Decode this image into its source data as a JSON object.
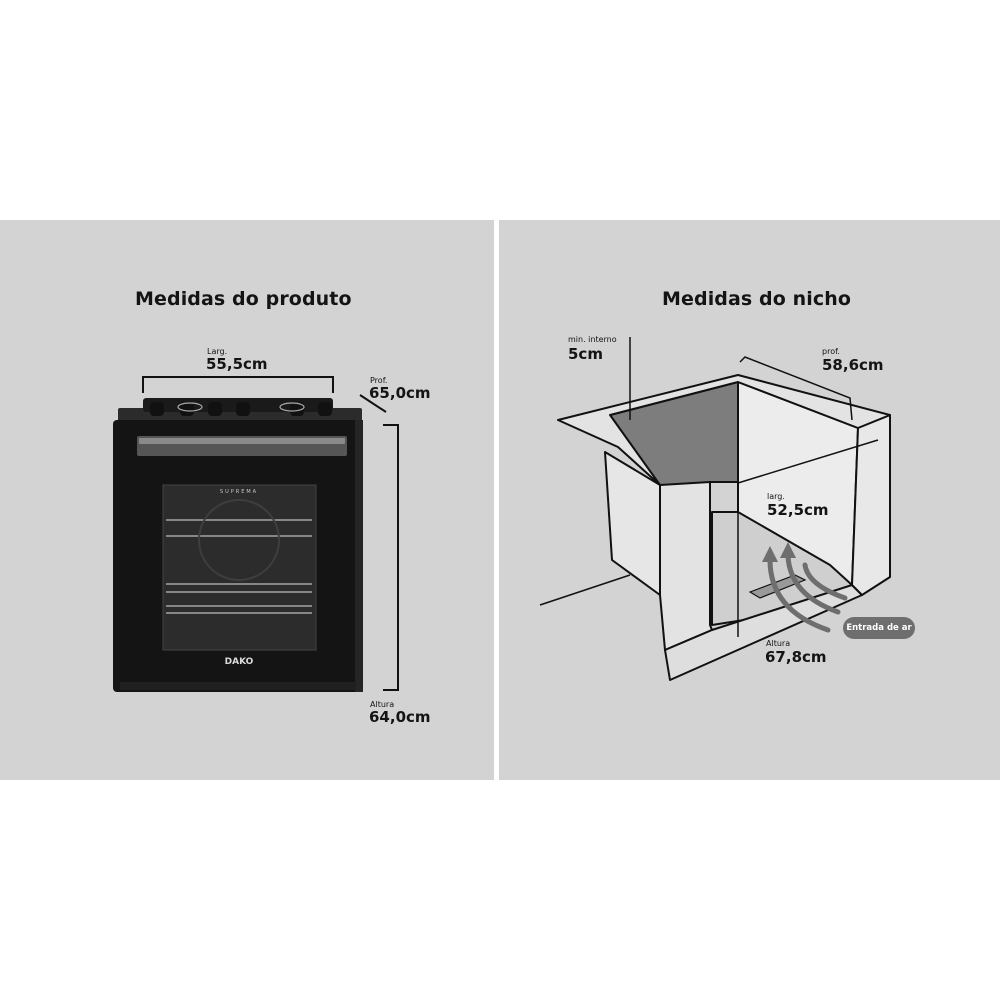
{
  "left": {
    "title": "Medidas do produto",
    "width": {
      "label": "Larg.",
      "value": "55,5cm"
    },
    "depth": {
      "label": "Prof.",
      "value": "65,0cm"
    },
    "height": {
      "label": "Altura",
      "value": "64,0cm"
    },
    "oven": {
      "brand": "DAKO",
      "model": "SUPREMA"
    }
  },
  "right": {
    "title": "Medidas do nicho",
    "min_internal": {
      "label": "min. interno",
      "value": "5cm"
    },
    "depth": {
      "label": "prof.",
      "value": "58,6cm"
    },
    "width": {
      "label": "larg.",
      "value": "52,5cm"
    },
    "height": {
      "label": "Altura",
      "value": "67,8cm"
    },
    "air_inlet": "Entrada de ar"
  },
  "colors": {
    "panel_bg": "#d3d3d3",
    "oven_body": "#141414",
    "niche_wall": "#e6e6e6",
    "niche_inner": "#7d7d7d",
    "badge": "#6e6e6e"
  }
}
